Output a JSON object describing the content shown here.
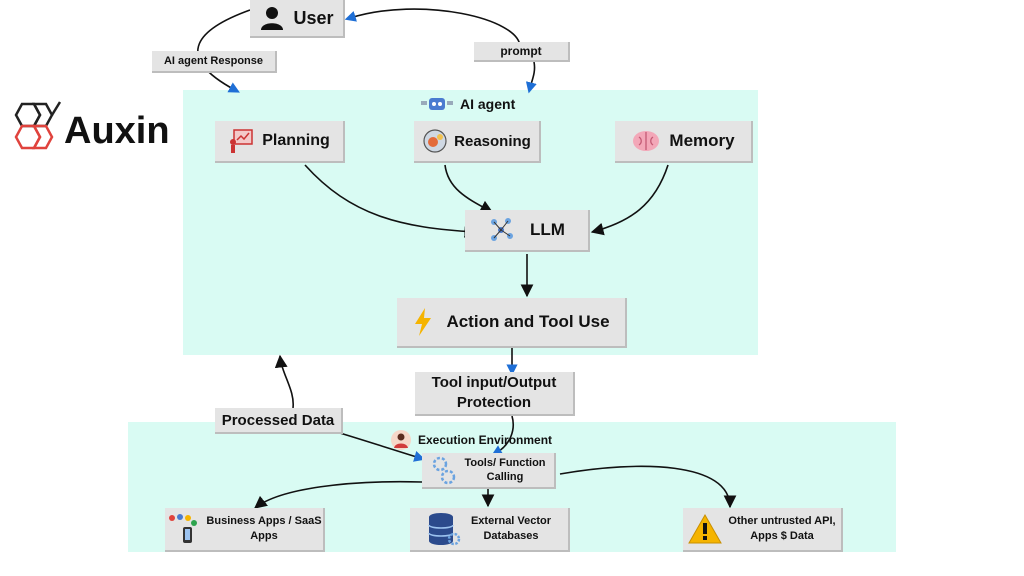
{
  "brand": {
    "name": "Auxin"
  },
  "user": {
    "label": "User"
  },
  "edges": {
    "response": "AI agent Response",
    "prompt": "prompt"
  },
  "agent": {
    "title": "AI agent",
    "planning": "Planning",
    "reasoning": "Reasoning",
    "memory": "Memory",
    "llm": "LLM",
    "action": "Action and Tool Use"
  },
  "protection": {
    "line1": "Tool input/Output",
    "line2": "Protection"
  },
  "processed": "Processed Data",
  "execution": {
    "title": "Execution Environment",
    "tools_line1": "Tools/ Function",
    "tools_line2": "Calling",
    "business_line1": "Business Apps / SaaS",
    "business_line2": "Apps",
    "vector_line1": "External Vector",
    "vector_line2": "Databases",
    "untrusted_line1": "Other untrusted API,",
    "untrusted_line2": "Apps $ Data"
  },
  "colors": {
    "region": "#d9fbf3",
    "box": "#e4e4e4",
    "arrow_head": "#1f6fd6",
    "logo_dark": "#222222",
    "logo_red": "#e0433d"
  }
}
